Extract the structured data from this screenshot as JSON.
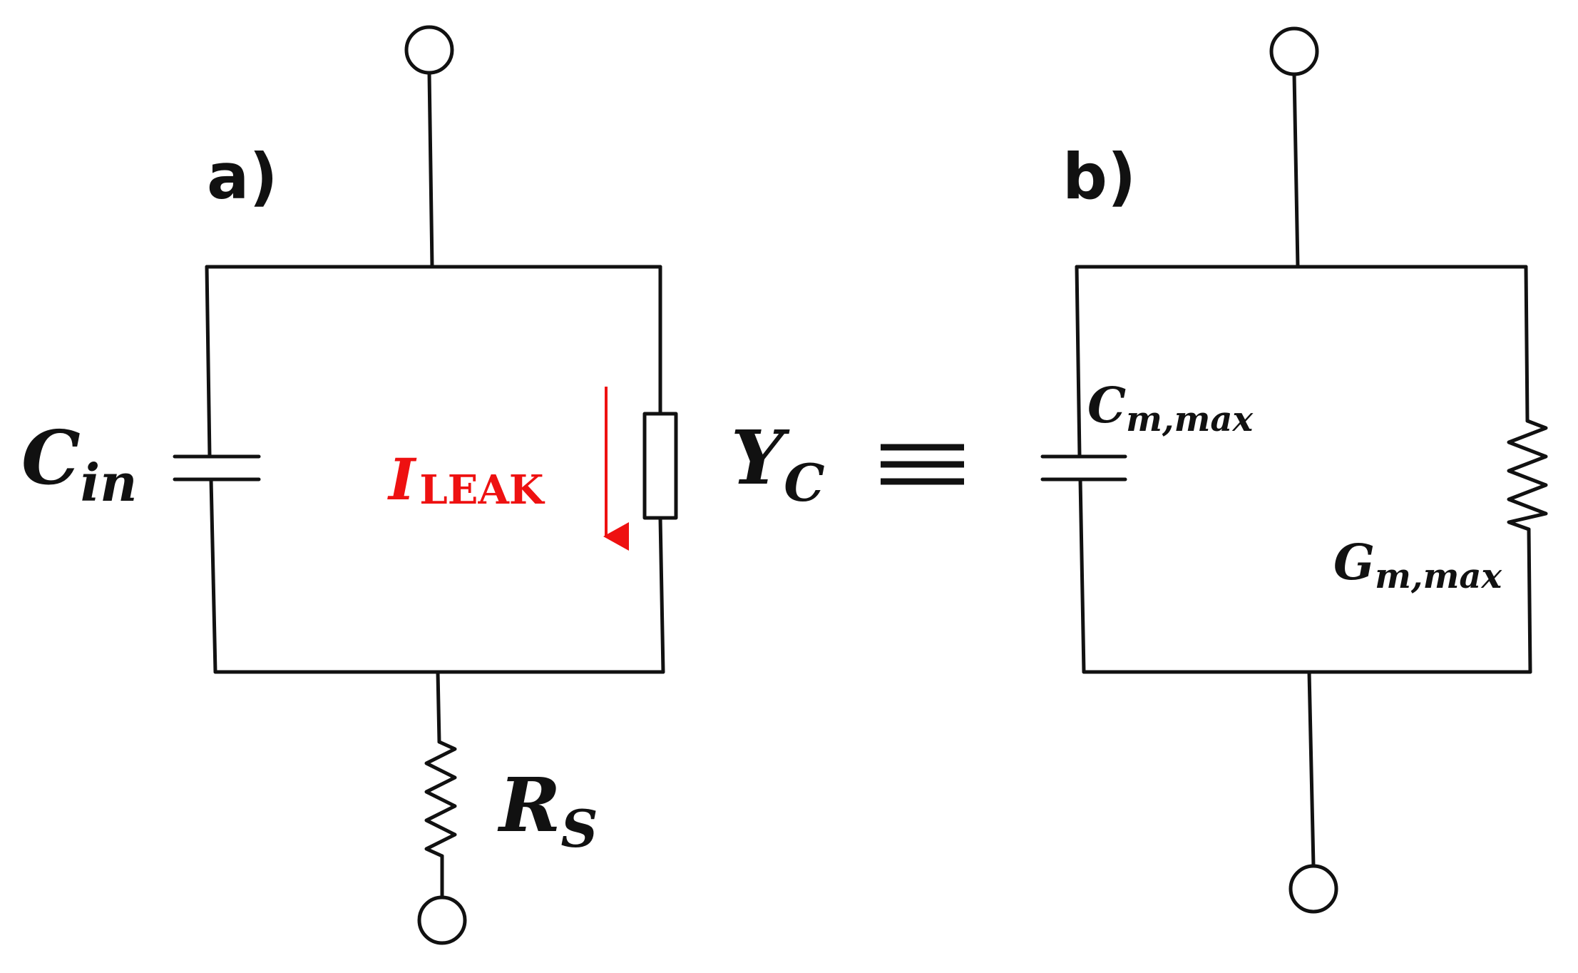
{
  "panels": {
    "a": {
      "label": "a)",
      "cin_symbol": "C",
      "cin_subscript": "in",
      "leak_symbol": "I",
      "leak_subscript": "LEAK",
      "yc_symbol": "Y",
      "yc_subscript": "C",
      "rs_symbol": "R",
      "rs_subscript": "S"
    },
    "b": {
      "label": "b)",
      "cm_symbol": "C",
      "cm_subscript": "m,max",
      "gm_symbol": "G",
      "gm_subscript": "m,max"
    }
  },
  "colors": {
    "wire": "#111111",
    "leak_current": "#ee1111",
    "background": "#ffffff"
  }
}
